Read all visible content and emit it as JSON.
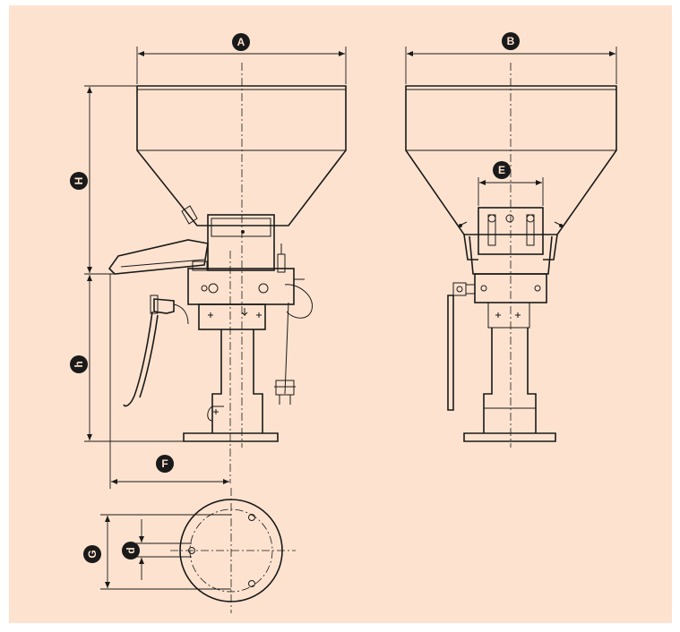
{
  "labels": {
    "A": "A",
    "B": "B",
    "E": "E",
    "H": "H",
    "h": "h",
    "F": "F",
    "G": "G",
    "d": "d"
  },
  "colors": {
    "background": "#fde3cf",
    "ink": "#1a1a1a"
  }
}
